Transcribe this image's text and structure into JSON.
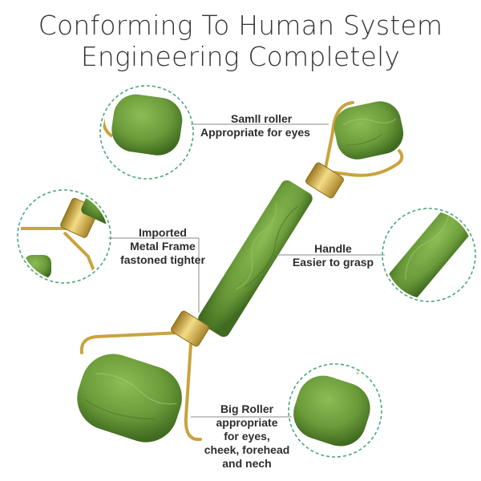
{
  "headline": {
    "line1": "Conforming To Human System",
    "line2": "Engineering Completely"
  },
  "callouts": {
    "small_roller": {
      "line1": "Samll roller",
      "line2": "Appropriate for eyes"
    },
    "frame": {
      "line1": "Imported",
      "line2": "Metal Frame",
      "line3": "fastoned tighter"
    },
    "handle": {
      "line1": "Handle",
      "line2": "Easier to grasp"
    },
    "big_roller": {
      "line1": "Big Roller",
      "line2": "appropriate",
      "line3": "for eyes,",
      "line4": "cheek, forehead",
      "line5": "and nech"
    }
  },
  "colors": {
    "jade": "#6b9a3a",
    "jade_dark": "#4e7a28",
    "gold": "#d8b24a",
    "circle_dash": "#4aa87a"
  }
}
